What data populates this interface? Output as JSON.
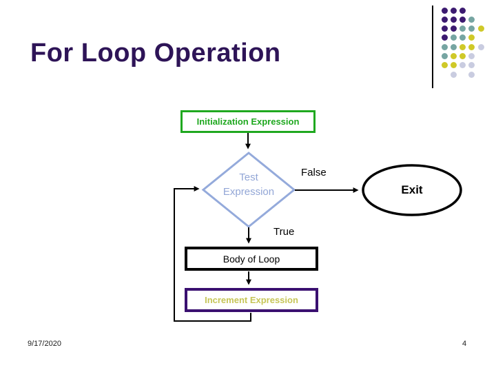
{
  "slide": {
    "title": "For Loop Operation",
    "date": "9/17/2020",
    "page_number": "4"
  },
  "flowchart": {
    "nodes": {
      "init": "Initialization Expression",
      "test_line1": "Test",
      "test_line2": "Expression",
      "body": "Body of Loop",
      "increment": "Increment Expression",
      "exit": "Exit"
    },
    "branch_labels": {
      "false": "False",
      "true": "True"
    }
  },
  "colors": {
    "title": "#2E1457",
    "green": "#1FA81F",
    "diamond": "#94AADB",
    "diamond-text": "#92A6D6",
    "purple": "#3A1070",
    "increment-text": "#C6C557",
    "connector": "#000000"
  },
  "decoration": {
    "palette": {
      "P": "#3C1A70",
      "T": "#76A5A2",
      "Y": "#CFC928",
      "L": "#C9CCE0"
    },
    "rows": [
      [
        [
          1,
          "P"
        ],
        [
          2,
          "P"
        ],
        [
          3,
          "P"
        ]
      ],
      [
        [
          1,
          "P"
        ],
        [
          2,
          "P"
        ],
        [
          3,
          "P"
        ],
        [
          4,
          "T"
        ]
      ],
      [
        [
          1,
          "P"
        ],
        [
          2,
          "P"
        ],
        [
          3,
          "T"
        ],
        [
          4,
          "T"
        ],
        [
          5,
          "Y"
        ]
      ],
      [
        [
          1,
          "P"
        ],
        [
          2,
          "T"
        ],
        [
          3,
          "T"
        ],
        [
          4,
          "Y"
        ]
      ],
      [
        [
          1,
          "T"
        ],
        [
          2,
          "T"
        ],
        [
          3,
          "Y"
        ],
        [
          4,
          "Y"
        ],
        [
          5,
          "L"
        ]
      ],
      [
        [
          1,
          "T"
        ],
        [
          2,
          "Y"
        ],
        [
          3,
          "Y"
        ],
        [
          4,
          "L"
        ]
      ],
      [
        [
          1,
          "Y"
        ],
        [
          2,
          "Y"
        ],
        [
          3,
          "L"
        ],
        [
          4,
          "L"
        ]
      ],
      [
        [
          2,
          "L"
        ],
        [
          4,
          "L"
        ]
      ]
    ]
  }
}
